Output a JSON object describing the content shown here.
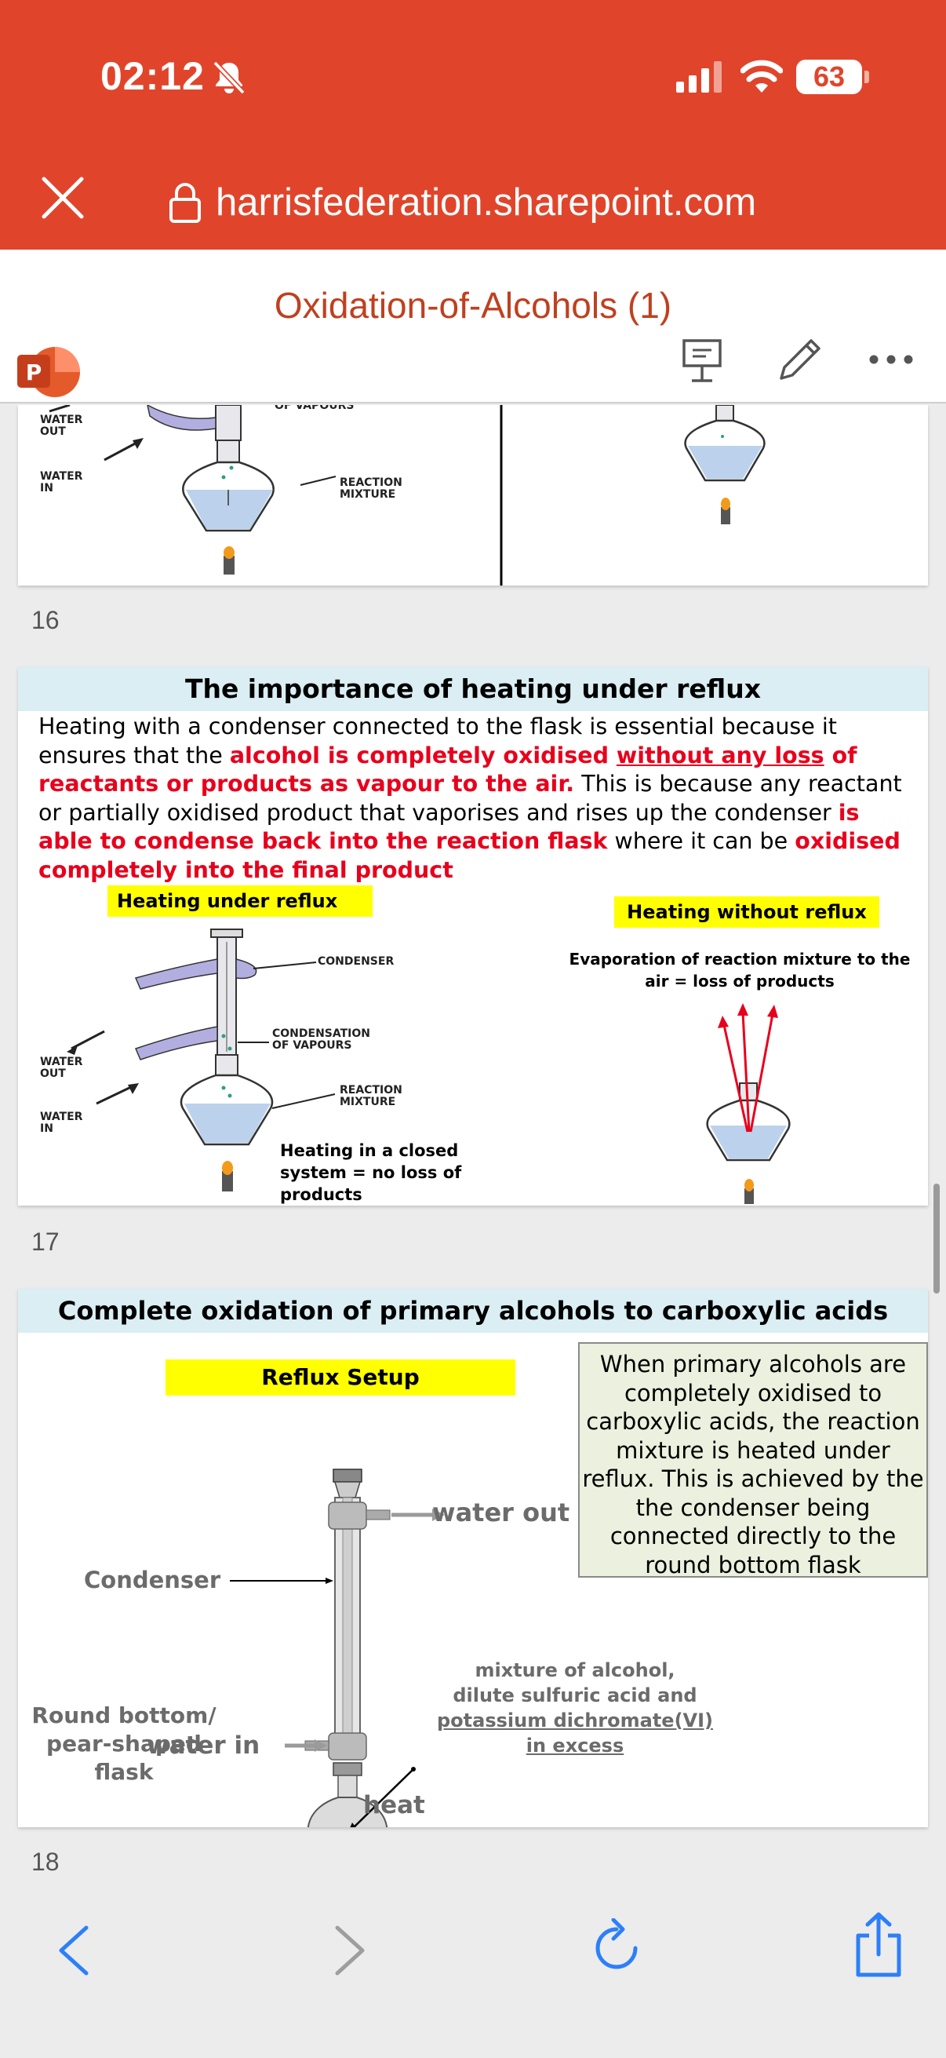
{
  "status": {
    "time": "02:12",
    "battery": "63"
  },
  "browser": {
    "url": "harrisfederation.sharepoint.com"
  },
  "app": {
    "doc_title": "Oxidation-of-Alcohols (1)",
    "logo_letter": "P"
  },
  "slide15_partial": {
    "labels": {
      "vapours": "OF VAPOURS",
      "water_out": "WATER\nOUT",
      "water_in": "WATER\nIN",
      "reaction_mixture": "REACTION\nMIXTURE"
    }
  },
  "slide16": {
    "number": "16",
    "title": "The importance of heating under reflux",
    "body": {
      "t1": "Heating with a condenser connected to the flask is essential because it ensures that the ",
      "r1": "alcohol is completely oxidised ",
      "r2": "without any loss",
      "r3": " of reactants or products as vapour to the air.",
      "t2": " This is because any reactant or partially oxidised product that vaporises and rises up the condenser ",
      "r4": "is able to condense back into the reaction flask",
      "t3": " where it can be ",
      "r5": "oxidised completely into the final product"
    },
    "label_left": "Heating under reflux",
    "label_right": "Heating without reflux",
    "diagram_labels": {
      "condenser": "CONDENSER",
      "condensation": "CONDENSATION\nOF VAPOURS",
      "water_out": "WATER\nOUT",
      "water_in": "WATER\nIN",
      "reaction_mixture": "REACTION\nMIXTURE"
    },
    "caption_closed": "Heating in a closed system = no loss of products",
    "caption_evap": "Evaporation of reaction mixture to the air = loss of products"
  },
  "slide17": {
    "number": "17",
    "title": "Complete oxidation of primary alcohols to carboxylic acids",
    "label_setup": "Reflux Setup",
    "info": "When primary alcohols are completely oxidised to carboxylic acids, the reaction mixture is heated under reflux. This is achieved by the the condenser being connected directly to the round bottom flask",
    "labels": {
      "water_out": "water out",
      "condenser": "Condenser",
      "water_in": "water in",
      "flask": "Round bottom/\npear-shaped\nflask",
      "heat": "heat",
      "mixture_1": "mixture of alcohol,",
      "mixture_2": "dilute sulfuric acid and",
      "mixture_3": "potassium dichromate(VI)",
      "mixture_4": "in excess"
    }
  },
  "slide18": {
    "number": "18"
  }
}
